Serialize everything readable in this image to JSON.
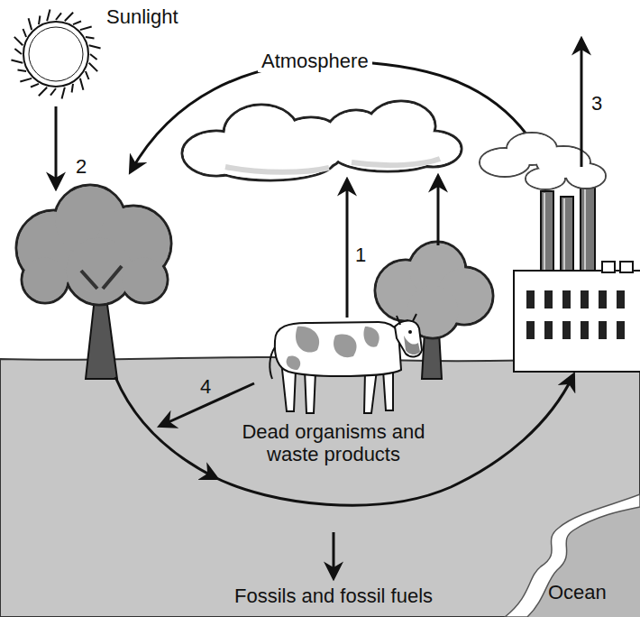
{
  "diagram": {
    "labels": [
      "Sunlight",
      "Atmosphere",
      "1",
      "2",
      "3",
      "4",
      "Dead organisms and waste products",
      "Ocean",
      "Fossils and fossil fuels"
    ]
  }
}
